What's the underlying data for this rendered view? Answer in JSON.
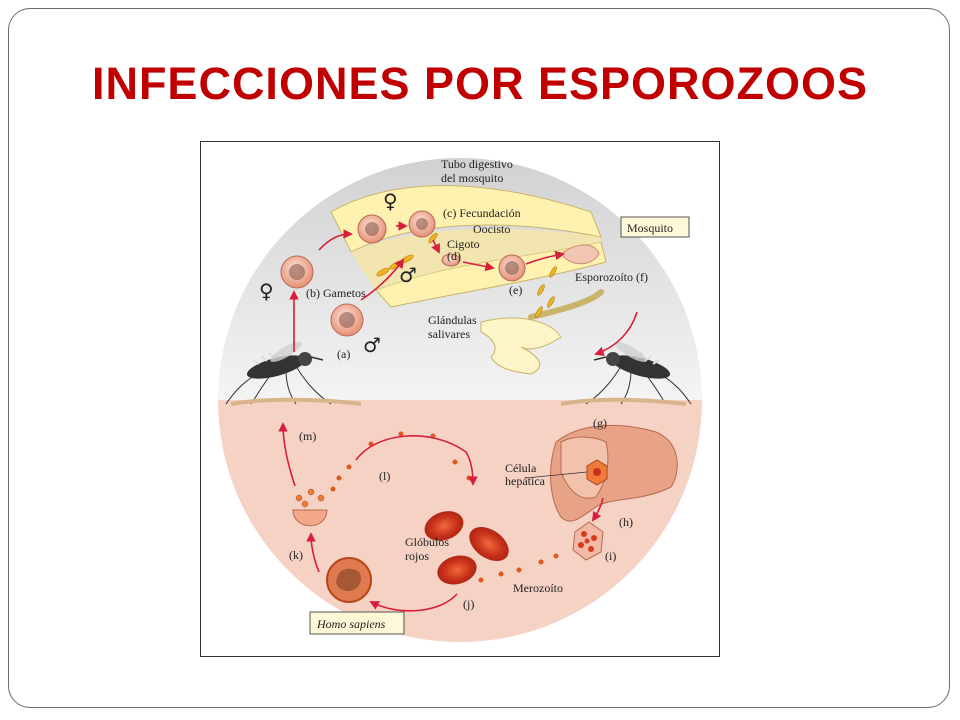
{
  "slide": {
    "title": "INFECCIONES POR ESPOROZOOS"
  },
  "diagram": {
    "labels": {
      "tubo_line1": "Tubo digestivo",
      "tubo_line2": "del mosquito",
      "fecundacion": "(c) Fecundación",
      "oocisto": "Oocisto",
      "cigoto": "Cigoto",
      "d": "(d)",
      "gametos": "(b) Gametos",
      "e": "(e)",
      "esporozoito": "Esporozoíto (f)",
      "glandulas_line1": "Glándulas",
      "glandulas_line2": "salivares",
      "a": "(a)",
      "mosquito": "Mosquito",
      "m": "(m)",
      "l": "(l)",
      "g": "(g)",
      "celula_line1": "Célula",
      "celula_line2": "hepática",
      "h": "(h)",
      "k": "(k)",
      "globulos_line1": "Glóbulos",
      "globulos_line2": "rojos",
      "i": "(i)",
      "merozoito": "Merozoíto",
      "j": "(j)",
      "homo_sapiens": "Homo sapiens"
    },
    "symbols": {
      "female": "♀",
      "male": "♂"
    },
    "colors": {
      "arrow": "#d81e3c",
      "upper_bg": "#e2e2e2",
      "lower_bg": "#f5cfc2",
      "gut": "#fff3b8",
      "cell": "#f3b9a4",
      "red_blood_cell": "#d63a1a",
      "liver": "#e59a7a",
      "parasite": "#f0b323"
    }
  }
}
